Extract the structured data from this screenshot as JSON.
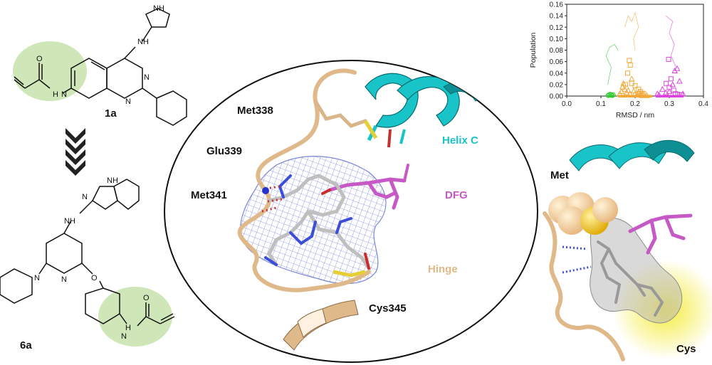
{
  "colors": {
    "acrylamide_highlight": "#cfe6b8",
    "helix": "#19c4c9",
    "dfg": "#c659c6",
    "hinge": "#e0b98a",
    "chem_line": "#111111",
    "density_mesh": "#7b86d8",
    "warhead_glow": "#f5ec3c"
  },
  "left_panel": {
    "compound_top_label": "1a",
    "compound_bottom_label": "6a",
    "atom_labels": {
      "nh": "NH",
      "n": "N",
      "o": "O",
      "h": "H"
    },
    "arrow_icon": "chevron-down-stack-icon"
  },
  "center_panel": {
    "residues": {
      "met338": "Met338",
      "glu339": "Glu339",
      "met341": "Met341",
      "cys345": "Cys345",
      "helix_c": "Helix C",
      "dfg": "DFG",
      "hinge": "Hinge"
    }
  },
  "right_panel": {
    "labels": {
      "met": "Met",
      "cys": "Cys"
    }
  },
  "chart_data": {
    "type": "scatter",
    "xlabel": "RMSD / nm",
    "ylabel": "Population",
    "xlim": [
      0.0,
      0.4
    ],
    "ylim": [
      0.0,
      0.16
    ],
    "x_ticks": [
      "0.0",
      "0.1",
      "0.2",
      "0.3",
      "0.4"
    ],
    "y_ticks": [
      "0.00",
      "0.02",
      "0.04",
      "0.06",
      "0.08",
      "0.10",
      "0.12",
      "0.14",
      "0.16"
    ],
    "reference_line_y": 0.0,
    "series": [
      {
        "color": "#33cc33",
        "marker": "circle",
        "points": [
          [
            0.121,
            0.001
          ],
          [
            0.124,
            0.002
          ],
          [
            0.127,
            0.003
          ],
          [
            0.13,
            0.002
          ],
          [
            0.133,
            0.001
          ],
          [
            0.136,
            0.002
          ]
        ]
      },
      {
        "color": "#f2a93b",
        "marker": "triangle",
        "points": [
          [
            0.155,
            0.004
          ],
          [
            0.16,
            0.008
          ],
          [
            0.163,
            0.016
          ],
          [
            0.166,
            0.022
          ],
          [
            0.17,
            0.012
          ],
          [
            0.175,
            0.006
          ],
          [
            0.18,
            0.01
          ],
          [
            0.185,
            0.004
          ],
          [
            0.19,
            0.03
          ],
          [
            0.196,
            0.009
          ],
          [
            0.2,
            0.004
          ],
          [
            0.205,
            0.002
          ],
          [
            0.21,
            0.006
          ],
          [
            0.215,
            0.003
          ],
          [
            0.22,
            0.001
          ],
          [
            0.225,
            0.002
          ],
          [
            0.235,
            0.001
          ]
        ]
      },
      {
        "color": "#f2a93b",
        "marker": "square",
        "points": [
          [
            0.183,
            0.062
          ],
          [
            0.186,
            0.054
          ],
          [
            0.178,
            0.04
          ],
          [
            0.19,
            0.022
          ],
          [
            0.2,
            0.018
          ],
          [
            0.172,
            0.02
          ],
          [
            0.21,
            0.012
          ],
          [
            0.215,
            0.008
          ],
          [
            0.22,
            0.005
          ],
          [
            0.225,
            0.004
          ]
        ]
      },
      {
        "color": "#dd44dd",
        "marker": "triangle",
        "points": [
          [
            0.265,
            0.004
          ],
          [
            0.27,
            0.002
          ],
          [
            0.28,
            0.012
          ],
          [
            0.29,
            0.006
          ],
          [
            0.3,
            0.008
          ],
          [
            0.31,
            0.02
          ],
          [
            0.316,
            0.044
          ],
          [
            0.323,
            0.048
          ],
          [
            0.33,
            0.026
          ],
          [
            0.34,
            0.004
          ]
        ]
      },
      {
        "color": "#dd44dd",
        "marker": "square",
        "points": [
          [
            0.291,
            0.022
          ],
          [
            0.298,
            0.064
          ],
          [
            0.305,
            0.03
          ],
          [
            0.3,
            0.015
          ],
          [
            0.313,
            0.01
          ],
          [
            0.318,
            0.004
          ],
          [
            0.325,
            0.003
          ],
          [
            0.335,
            0.002
          ]
        ]
      }
    ],
    "bottom_bars": [
      {
        "color": "#33cc33",
        "x0": 0.12,
        "x1": 0.138
      },
      {
        "color": "#f2a93b",
        "x0": 0.15,
        "x1": 0.25
      },
      {
        "color": "#dd44dd",
        "x0": 0.26,
        "x1": 0.342
      }
    ]
  }
}
